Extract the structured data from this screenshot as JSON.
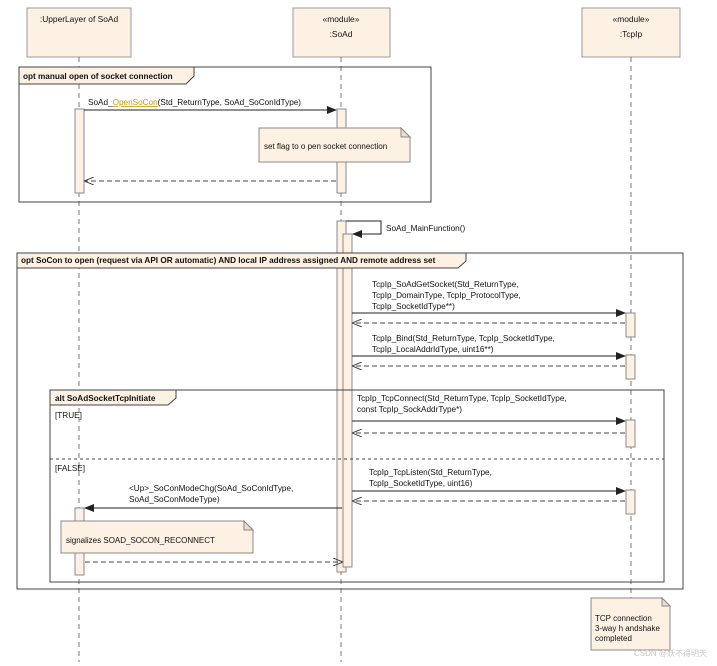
{
  "participants": [
    {
      "id": "upper",
      "stereotype": "",
      "name": ":UpperLayer of SoAd"
    },
    {
      "id": "soad",
      "stereotype": "«module»",
      "name": ":SoAd"
    },
    {
      "id": "tcpip",
      "stereotype": "«module»",
      "name": ":TcpIp"
    }
  ],
  "fragments": {
    "opt1": "opt manual open of socket connection",
    "opt2": "opt SoCon to open (request via API OR automatic) AND local IP address assigned AND remote address set",
    "alt": "alt SoAdSocketTcpInitiate",
    "guard_true": "[TRUE]",
    "guard_false": "[FALSE]"
  },
  "messages": {
    "open_prefix": "SoAd_",
    "open_highlight": "OpenSoCon",
    "open_suffix": "(Std_ReturnType, SoAd_SoConIdType)",
    "main_function": "SoAd_MainFunction()",
    "get_socket": [
      "TcpIp_SoAdGetSocket(Std_ReturnType,",
      "TcpIp_DomainType, TcpIp_ProtocolType,",
      "TcpIp_SocketIdType**)"
    ],
    "bind": [
      "TcpIp_Bind(Std_ReturnType, TcpIp_SocketIdType,",
      "TcpIp_LocalAddrIdType, uint16**)"
    ],
    "tcp_connect": [
      "TcpIp_TcpConnect(Std_ReturnType, TcpIp_SocketIdType,",
      "const TcpIp_SockAddrType*)"
    ],
    "tcp_listen": [
      "TcpIp_TcpListen(Std_ReturnType,",
      "TcpIp_SocketIdType, uint16)"
    ],
    "mode_chg": [
      "<Up>_SoConModeChg(SoAd_SoConIdType,",
      "SoAd_SoConModeType)"
    ]
  },
  "notes": {
    "set_flag": "set flag to o pen socket connection",
    "signalizes": "signalizes SOAD_SOCON_RECONNECT",
    "tcp_connection": [
      "TCP connection",
      "3-way h andshake",
      "completed"
    ]
  },
  "watermark": "CSDN @妖不得明天",
  "colors": {
    "fill": "#fdf1e3",
    "highlight": "#c89b00",
    "line": "#444444"
  }
}
